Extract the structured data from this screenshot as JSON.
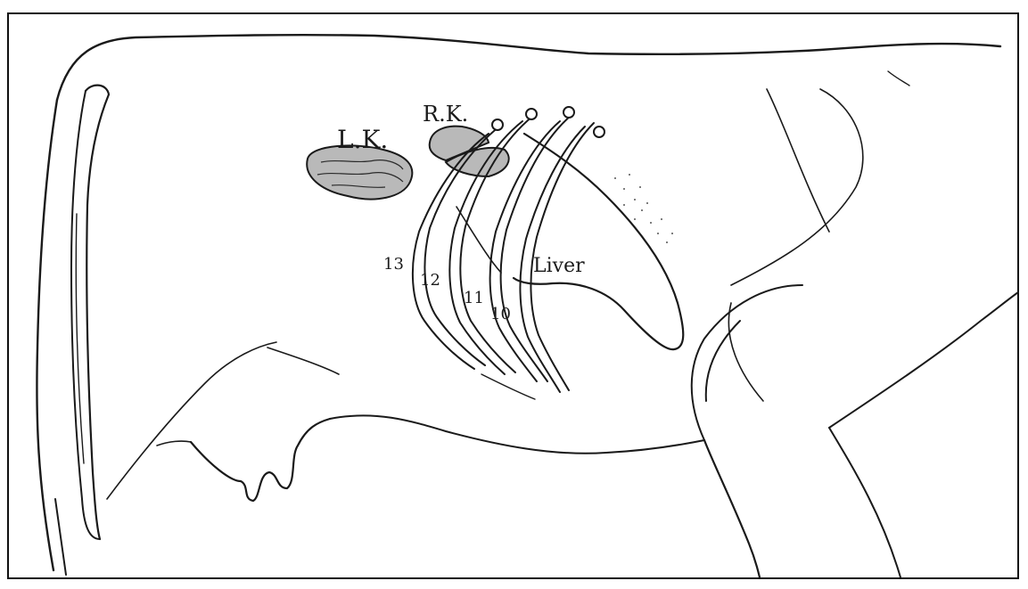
{
  "diagram": {
    "labels": {
      "left_kidney": "L.K.",
      "right_kidney": "R.K.",
      "liver": "Liver",
      "rib_13": "13",
      "rib_12": "12",
      "rib_11": "11",
      "rib_10": "10"
    }
  }
}
